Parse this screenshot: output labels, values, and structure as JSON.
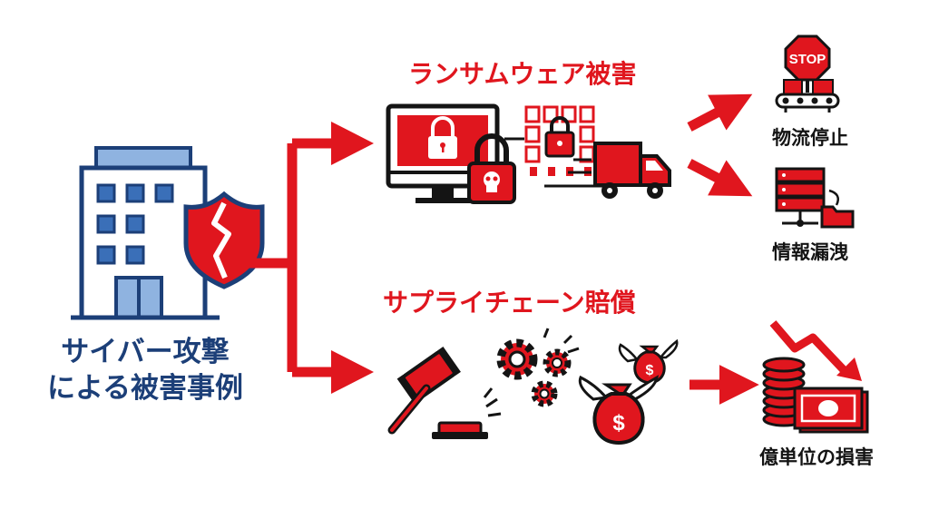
{
  "main": {
    "label_line1": "サイバー攻撃",
    "label_line2": "による被害事例"
  },
  "ransomware": {
    "title": "ランサムウェア被害",
    "outcomes": [
      "物流停止",
      "情報漏洩"
    ],
    "stop_sign_text": "STOP"
  },
  "supply_chain": {
    "title": "サプライチェーン賠償",
    "outcome": "億単位の損害",
    "coin_symbol": "$"
  },
  "colors": {
    "red": "#e0161e",
    "navy": "#1c3f78",
    "blue": "#3a6fb8",
    "light_blue": "#8fb3e0",
    "black": "#141414"
  }
}
